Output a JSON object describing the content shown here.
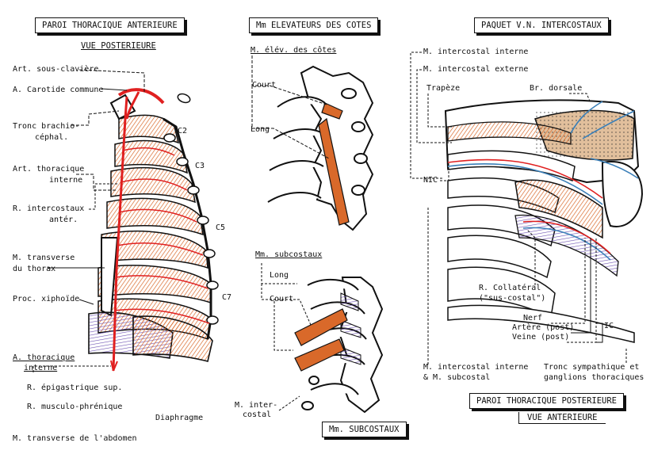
{
  "titles": {
    "paroi_ant": "PAROI THORACIQUE ANTERIEURE",
    "vue_post": "VUE POSTERIEURE",
    "elevateurs": "Mm ELEVATEURS DES COTES",
    "paquet": "PAQUET V.N. INTERCOSTAUX",
    "subcostaux_title": "Mm. SUBCOSTAUX",
    "paroi_post": "PAROI THORACIQUE POSTERIEURE",
    "vue_ant": "VUE  ANTERIEURE"
  },
  "left_labels": {
    "sous_claviere": "Art. sous-clavière",
    "carotide": "A. Carotide commune",
    "tronc_1": "Tronc brachio-",
    "tronc_2": "céphal.",
    "thoracique_int_1": "Art. thoracique",
    "thoracique_int_2": "interne",
    "intercostaux_1": "R. intercostaux",
    "intercostaux_2": "antér.",
    "transverse_1": "M. transverse",
    "transverse_2": "du thorax",
    "xiphoide": "Proc. xiphoïde",
    "a_thor_int_1": "A. thoracique",
    "a_thor_int_2": "interne",
    "epigastrique": "R. épigastrique sup.",
    "musculo": "R. musculo-phrénique",
    "diaphragme": "Diaphragme",
    "transverse_abd": "M. transverse de l'abdomen",
    "c2": "C2",
    "c3": "C3",
    "c5": "C5",
    "c7": "C7"
  },
  "middle_labels": {
    "elev_cotes": "M. élév. des côtes",
    "court": "Court",
    "long": "Long",
    "subcostaux": "Mm. subcostaux",
    "long2": "Long",
    "court2": "Court",
    "intercostal_1": "M. inter-",
    "intercostal_2": "costal"
  },
  "right_labels": {
    "ic_interne": "M. intercostal interne",
    "ic_externe": "M. intercostal externe",
    "trapeze": "Trapèze",
    "br_dorsale": "Br. dorsale",
    "nic": "NIC",
    "r_collateral": "R. Collatéral",
    "sus_costal": "(\"sus-costal\")",
    "nerf": "Nerf",
    "artere": "Artère (post)",
    "veine": "Veine (post)",
    "ic": "IC",
    "ic_int_sub_1": "M. intercostal interne",
    "ic_int_sub_2": "& M. subcostal",
    "tronc_symp_1": "Tronc sympathique et",
    "tronc_symp_2": "ganglions thoraciques"
  },
  "colors": {
    "artery": "#e02020",
    "muscle": "#d9692a",
    "purple": "#6a4fb0",
    "blue": "#3a7fb8",
    "ink": "#111111"
  }
}
